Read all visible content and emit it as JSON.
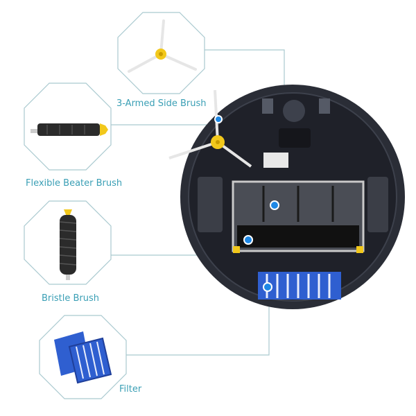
{
  "labels": {
    "side_brush": "3-Armed Side Brush",
    "beater_brush": "Flexible Beater Brush",
    "bristle_brush": "Bristle Brush",
    "filter": "Filter"
  },
  "colors": {
    "label_text": "#3a9fb5",
    "frame_line": "#a9c9cf",
    "marker": "#1e88e5",
    "robot_body": "#2a2d36",
    "accent_yellow": "#f2c81b",
    "filter_blue": "#2f5fd0"
  }
}
